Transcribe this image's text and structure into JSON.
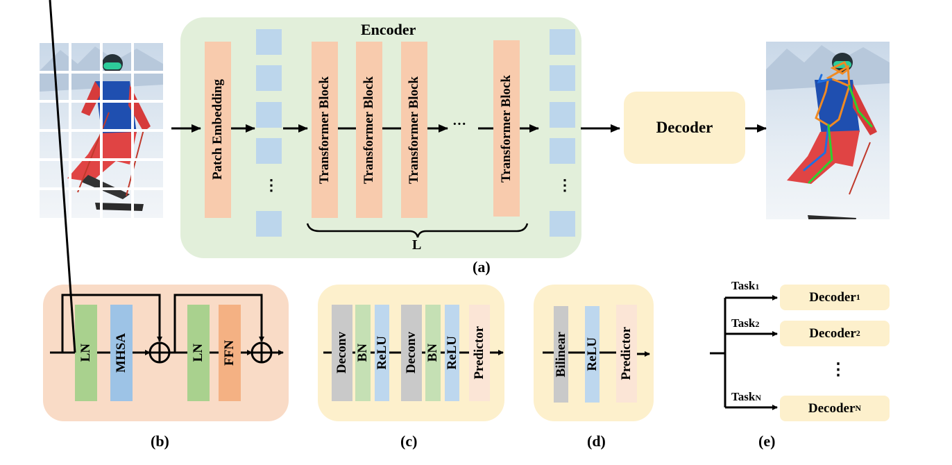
{
  "figure": {
    "panel_a": {
      "caption": "(a)",
      "encoder_title": "Encoder",
      "patch_embedding_label": "Patch Embedding",
      "transformer_block_label": "Transformer Block",
      "transformer_block_count_visible": 4,
      "ellipsis": "···",
      "token_ellipsis": "⋮",
      "repeat_label": "L",
      "decoder_label": "Decoder",
      "input_image": "skier-photo-patch-grid",
      "output_image": "skier-photo-pose-skeleton"
    },
    "panel_b": {
      "caption": "(b)",
      "blocks": [
        "LN",
        "MHSA",
        "LN",
        "FFN"
      ],
      "sum_symbol": "⊕"
    },
    "panel_c": {
      "caption": "(c)",
      "blocks": [
        "Deconv",
        "BN",
        "ReLU",
        "Deconv",
        "BN",
        "ReLU",
        "Predictor"
      ]
    },
    "panel_d": {
      "caption": "(d)",
      "blocks": [
        "Bilinear",
        "ReLU",
        "Predictor"
      ]
    },
    "panel_e": {
      "caption": "(e)",
      "tasks": [
        {
          "task": "Task",
          "sub": "1",
          "decoder": "Decoder",
          "dsub": "1"
        },
        {
          "task": "Task",
          "sub": "2",
          "decoder": "Decoder",
          "dsub": "2"
        },
        {
          "task": "Task",
          "sub": "N",
          "decoder": "Decoder",
          "dsub": "N"
        }
      ],
      "ellipsis": "⋮"
    },
    "colors": {
      "encoder_bg": "#e2efda",
      "block_orange": "#f8cbad",
      "token_blue": "#bcd6ec",
      "decoder_bg": "#fdf0cc",
      "panel_b_bg": "#f9dbc6",
      "ln_green": "#a9d18e",
      "mhsa_blue": "#9dc3e6",
      "ffn_orange": "#f4b183",
      "deconv_gray": "#c9c9c9",
      "bn_green": "#c5e0b4",
      "relu_blue": "#bdd7ee",
      "predictor_pink": "#fbe5d6"
    }
  }
}
